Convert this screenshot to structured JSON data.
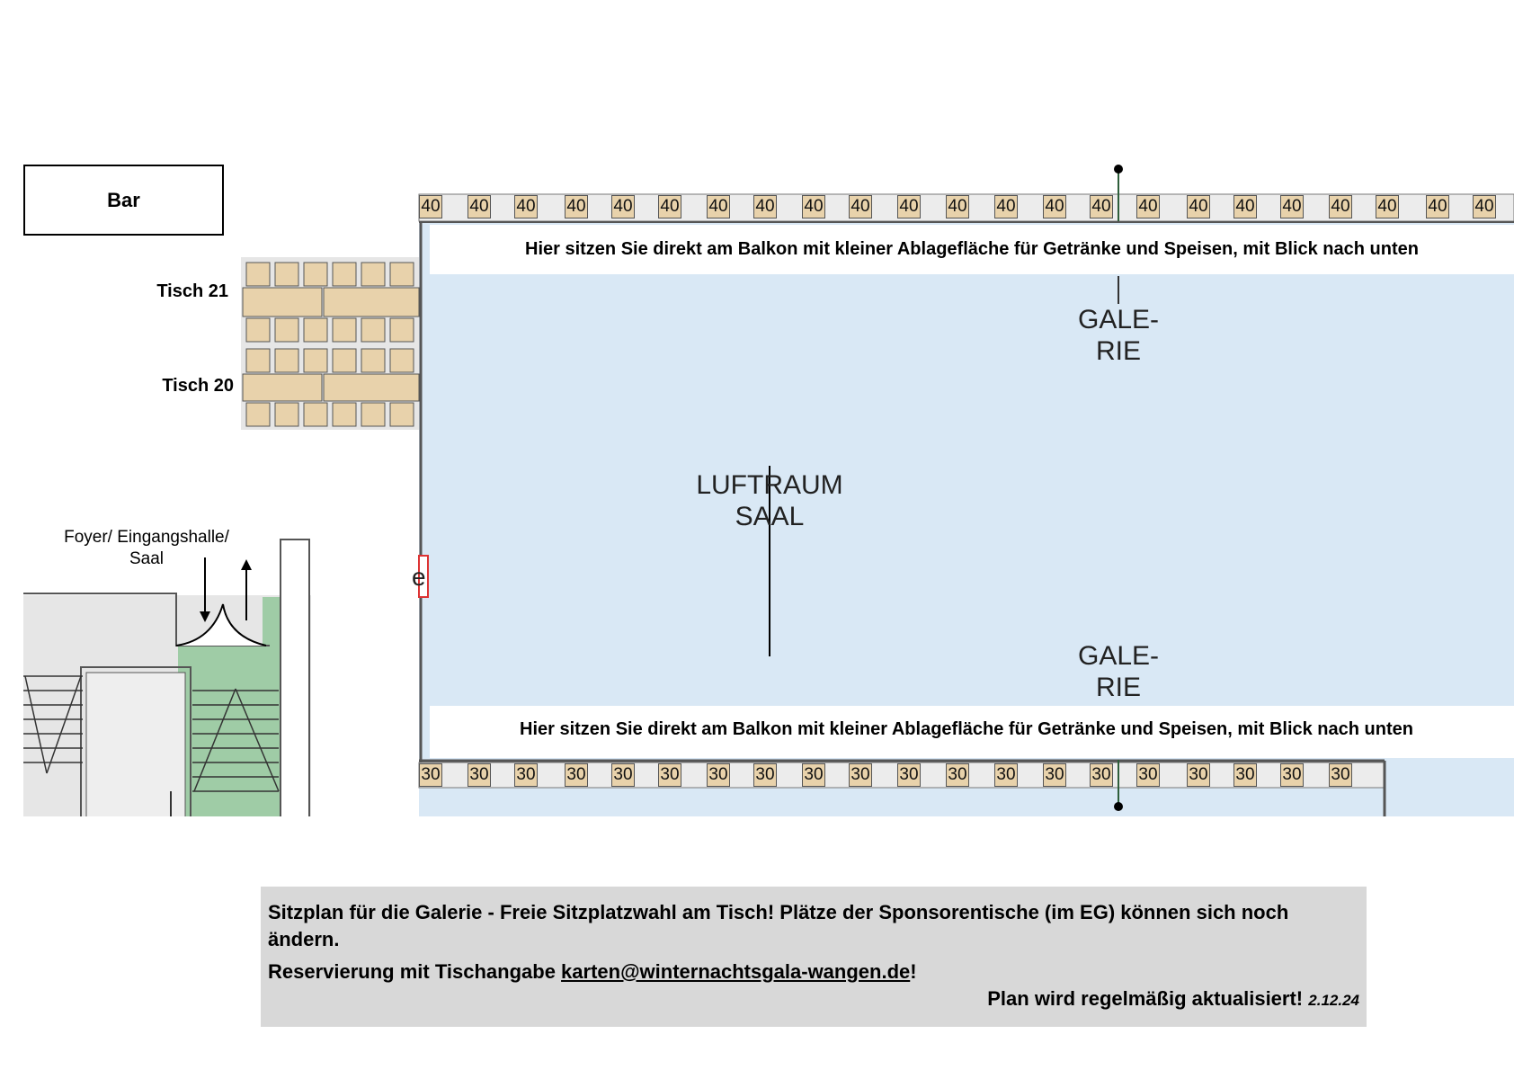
{
  "bar": {
    "label": "Bar"
  },
  "tables": [
    {
      "label": "Tisch 21"
    },
    {
      "label": "Tisch 20"
    }
  ],
  "foyer": {
    "line1": "Foyer/ Eingangshalle/",
    "line2": "Saal"
  },
  "partial_glyph": "e",
  "balcony": {
    "top_text": "Hier sitzen Sie direkt am Balkon mit kleiner Ablagefläche für Getränke und Speisen, mit Blick nach unten",
    "bottom_text": "Hier sitzen Sie direkt am Balkon mit kleiner Ablagefläche für Getränke und Speisen, mit Blick nach unten"
  },
  "galerie_top": {
    "line1": "GALE-",
    "line2": "RIE"
  },
  "galerie_bottom": {
    "line1": "GALE-",
    "line2": "RIE"
  },
  "luftraum": {
    "line1": "LUFTRAUM",
    "line2": "SAAL"
  },
  "top_row_seats": [
    "40",
    "40",
    "40",
    "40",
    "40",
    "40",
    "40",
    "40",
    "40",
    "40",
    "40",
    "40",
    "40",
    "40",
    "40",
    "40",
    "40",
    "40",
    "40",
    "40",
    "40",
    "40",
    "40"
  ],
  "bottom_row_seats": [
    "30",
    "30",
    "30",
    "30",
    "30",
    "30",
    "30",
    "30",
    "30",
    "30",
    "30",
    "30",
    "30",
    "30",
    "30",
    "30",
    "30",
    "30",
    "30",
    "30"
  ],
  "info": {
    "line1": "Sitzplan für die Galerie - Freie Sitzplatzwahl am Tisch! Plätze der Sponsorentische (im EG) können sich noch ändern.",
    "reservation_prefix": "Reservierung mit Tischangabe ",
    "email": "karten@winternachtsgala-wangen.de",
    "reservation_suffix": "!",
    "update_text": "Plan wird regelmäßig aktualisiert!",
    "date": "2.12.24"
  },
  "colors": {
    "airspace": "#d9e8f5",
    "seat": "#e8d2ab",
    "stairs_green": "#9fcca6",
    "info_bg": "#d8d8d8",
    "wall_grey": "#e6e6e6"
  }
}
